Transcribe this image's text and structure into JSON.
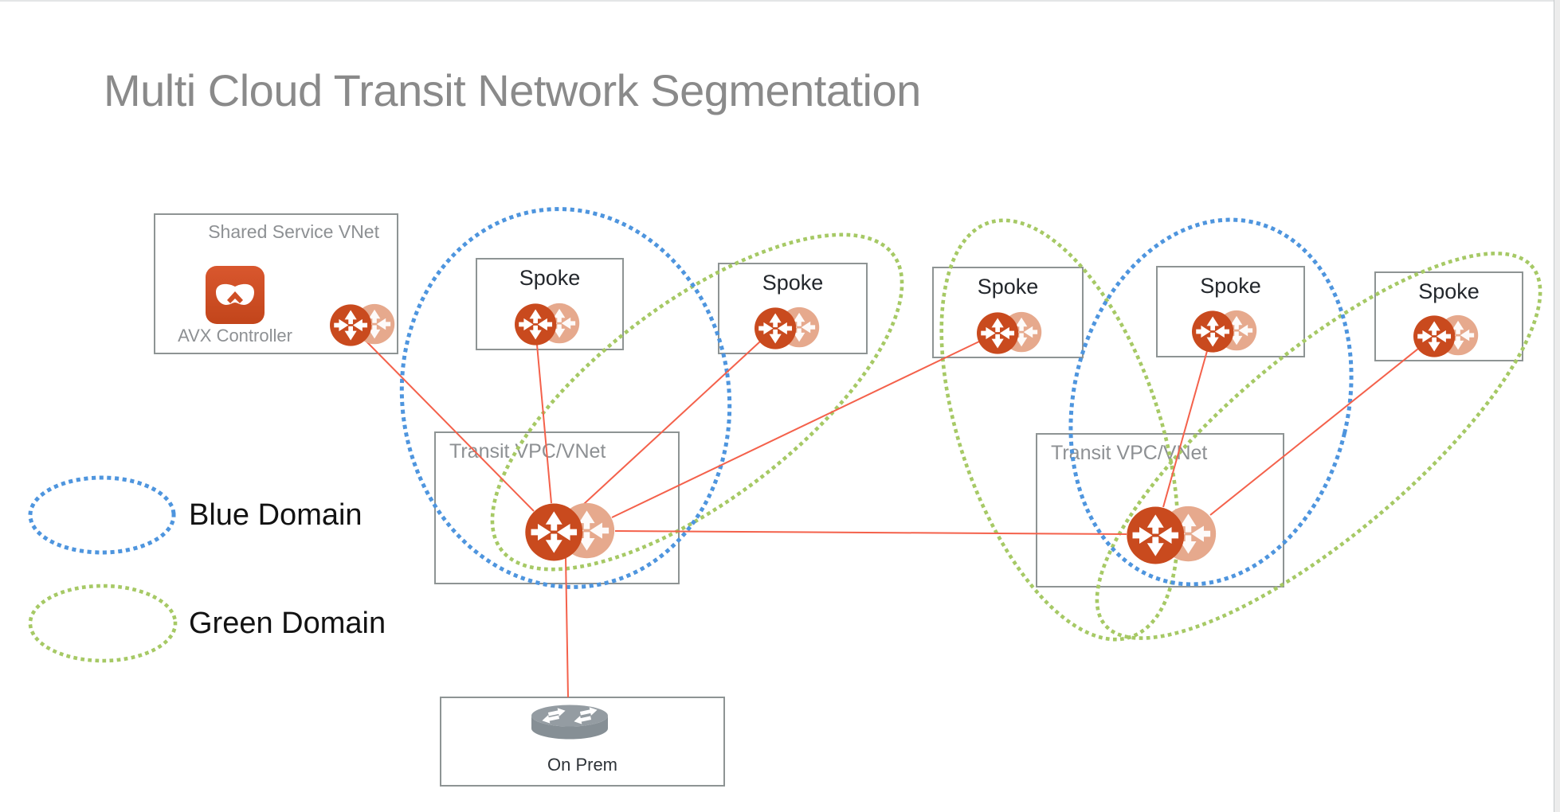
{
  "title": "Multi Cloud Transit Network Segmentation",
  "legend": {
    "blue": {
      "label": "Blue Domain",
      "color": "#4E95DE"
    },
    "green": {
      "label": "Green Domain",
      "color": "#A6C965"
    }
  },
  "nodes": {
    "shared_service": {
      "title": "Shared Service VNet",
      "controller_label": "AVX Controller"
    },
    "spokes": [
      {
        "label": "Spoke"
      },
      {
        "label": "Spoke"
      },
      {
        "label": "Spoke"
      },
      {
        "label": "Spoke"
      },
      {
        "label": "Spoke"
      }
    ],
    "transit_left": {
      "title": "Transit VPC/VNet"
    },
    "transit_right": {
      "title": "Transit VPC/VNet"
    },
    "on_prem": {
      "label": "On Prem"
    }
  },
  "icons": {
    "gateway": "aviatrix-gateway-icon",
    "controller": "avx-controller-icon",
    "router": "on-prem-router-icon"
  },
  "colors": {
    "gateway_primary": "#C94A1E",
    "gateway_secondary": "#E6A98D",
    "controller_orange": "#CE4E24",
    "router_gray": "#8E969C",
    "domain_blue": "#4E95DE",
    "domain_green": "#A6C965",
    "link_red": "#F4614B",
    "box_border": "#8E9494",
    "muted_label": "#8D9093",
    "dark_label": "#23272C",
    "title_gray": "#8A8A8A"
  }
}
